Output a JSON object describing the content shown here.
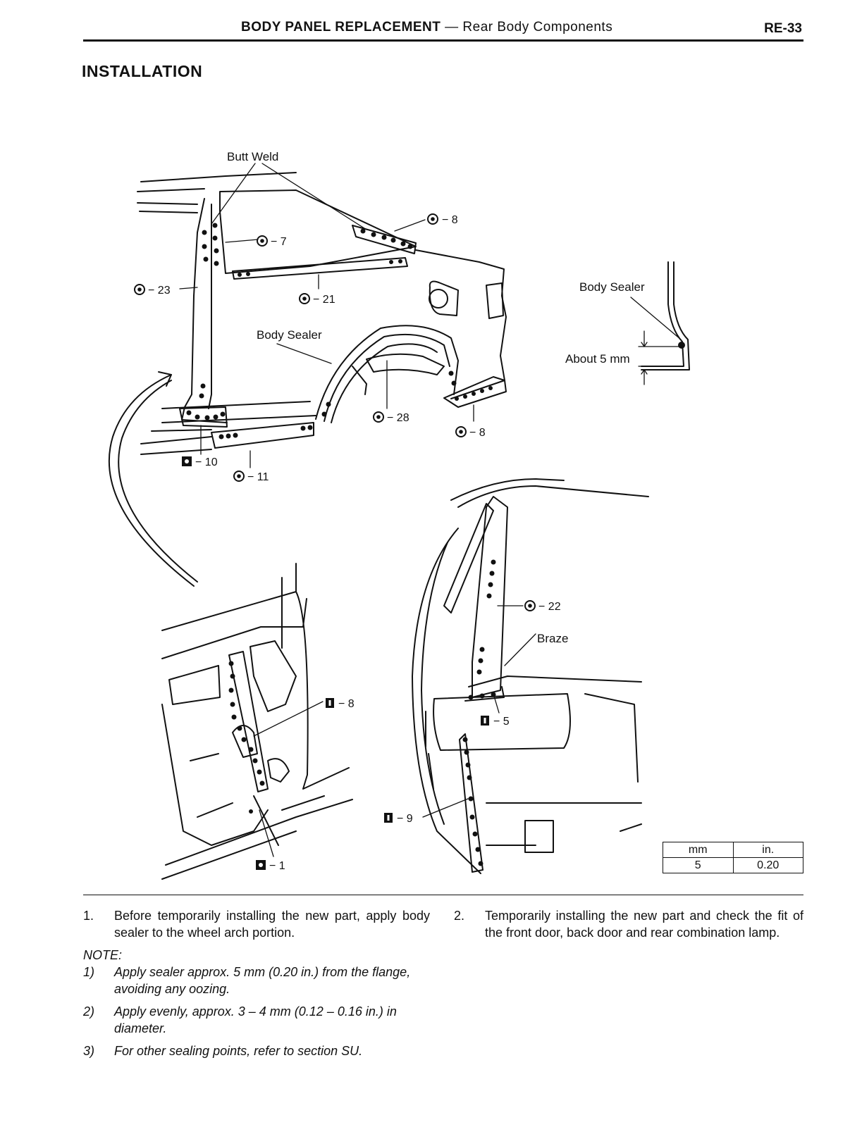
{
  "header": {
    "title_bold": "BODY PANEL REPLACEMENT",
    "title_rest": " — Rear Body Components",
    "page": "RE-33"
  },
  "section_title": "INSTALLATION",
  "diagram_labels": {
    "butt_weld": "Butt Weld",
    "body_sealer_main": "Body Sealer",
    "body_sealer_detail": "Body Sealer",
    "about_5mm": "About 5 mm",
    "braze": "Braze"
  },
  "weld_codes": {
    "c7": "− 7",
    "c8_top": "− 8",
    "c23": "− 23",
    "c21": "− 21",
    "c28": "− 28",
    "c8_rear": "− 8",
    "c10": "− 10",
    "c11": "− 11",
    "c22": "− 22",
    "c8_inner": "− 8",
    "c5": "− 5",
    "c9": "− 9",
    "c1": "− 1"
  },
  "conversion_table": {
    "headers": [
      "mm",
      "in."
    ],
    "row": [
      "5",
      "0.20"
    ]
  },
  "steps": {
    "s1_num": "1.",
    "s1_text": "Before temporarily installing the new part, apply body sealer to the wheel arch portion.",
    "note_head": "NOTE:",
    "notes": [
      {
        "num": "1)",
        "text": "Apply sealer approx. 5 mm (0.20 in.) from the flange, avoiding any oozing."
      },
      {
        "num": "2)",
        "text": "Apply evenly, approx. 3 – 4 mm (0.12 – 0.16 in.) in diameter."
      },
      {
        "num": "3)",
        "text": "For other sealing points, refer to section SU."
      }
    ],
    "s2_num": "2.",
    "s2_text": "Temporarily installing the new part and check the fit of the front door, back door and rear combination lamp."
  }
}
